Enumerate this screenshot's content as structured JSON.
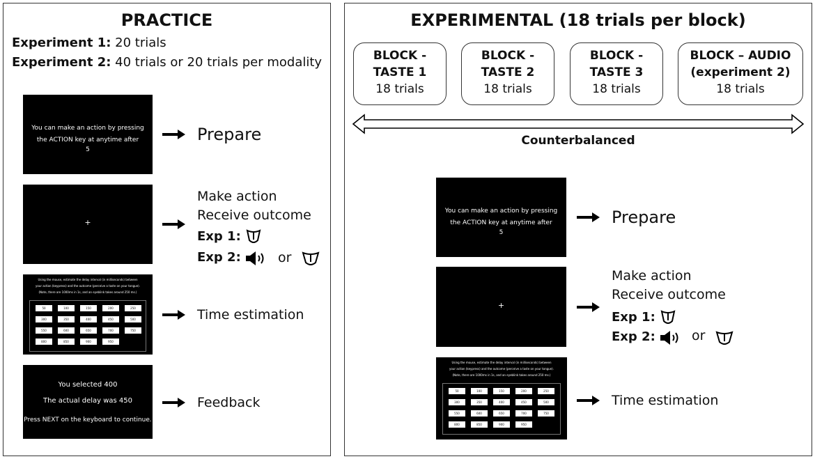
{
  "practice": {
    "title": "PRACTICE",
    "exp1_label": "Experiment 1:",
    "exp1_text": "20 trials",
    "exp2_label": "Experiment 2:",
    "exp2_text": "40 trials or 20 trials per modality",
    "screen_prepare": {
      "line1": "You can make an action by pressing",
      "line2": "the ACTION key at anytime after",
      "line3": "5"
    },
    "fixation": "+",
    "estimation_screen": {
      "line1": "Using the mouse, estimate the delay interval (in milliseconds) between",
      "line2": "your action (keypress) and the outcome (perceive a taste on your tongue).",
      "line3": "(Note, there are 1000ms in 1s, and an eyeblink takes around 250 ms.)",
      "values": [
        "50",
        "100",
        "150",
        "200",
        "250",
        "300",
        "350",
        "400",
        "450",
        "500",
        "550",
        "600",
        "650",
        "700",
        "750",
        "800",
        "850",
        "900",
        "950"
      ]
    },
    "feedback_screen": {
      "line1": "You selected 400",
      "line2": "The actual delay was 450",
      "line3": "Press NEXT on the keyboard to continue."
    },
    "steps": {
      "prepare": "Prepare",
      "make_action": "Make action",
      "receive_outcome": "Receive outcome",
      "exp1": "Exp 1:",
      "exp2": "Exp 2:",
      "or": "or",
      "time_estimation": "Time estimation",
      "feedback": "Feedback"
    }
  },
  "experimental": {
    "title": "EXPERIMENTAL (18 trials per block)",
    "blocks": [
      {
        "l1": "BLOCK -",
        "l2": "TASTE 1",
        "l3": "18 trials"
      },
      {
        "l1": "BLOCK -",
        "l2": "TASTE 2",
        "l3": "18 trials"
      },
      {
        "l1": "BLOCK -",
        "l2": "TASTE 3",
        "l3": "18 trials"
      },
      {
        "l1": "BLOCK – AUDIO",
        "l2": "(experiment 2)",
        "l3": "18 trials"
      }
    ],
    "counterbalanced": "Counterbalanced",
    "screen_prepare": {
      "line1": "You can make an action by pressing",
      "line2": "the ACTION key at anytime after",
      "line3": "5"
    },
    "fixation": "+",
    "estimation_screen": {
      "line1": "Using the mouse, estimate the delay interval (in milliseconds) between",
      "line2": "your action (keypress) and the outcome (perceive a taste on your tongue).",
      "line3": "(Note, there are 1000ms in 1s, and an eyeblink takes around 250 ms.)",
      "values": [
        "50",
        "100",
        "150",
        "200",
        "250",
        "300",
        "350",
        "400",
        "450",
        "500",
        "550",
        "600",
        "650",
        "700",
        "750",
        "800",
        "850",
        "900",
        "950"
      ]
    },
    "steps": {
      "prepare": "Prepare",
      "make_action": "Make action",
      "receive_outcome": "Receive outcome",
      "exp1": "Exp 1:",
      "exp2": "Exp 2:",
      "or": "or",
      "time_estimation": "Time estimation"
    }
  },
  "icons": [
    "right-arrow-icon",
    "tongue-icon",
    "speaker-icon",
    "double-arrow-icon"
  ]
}
